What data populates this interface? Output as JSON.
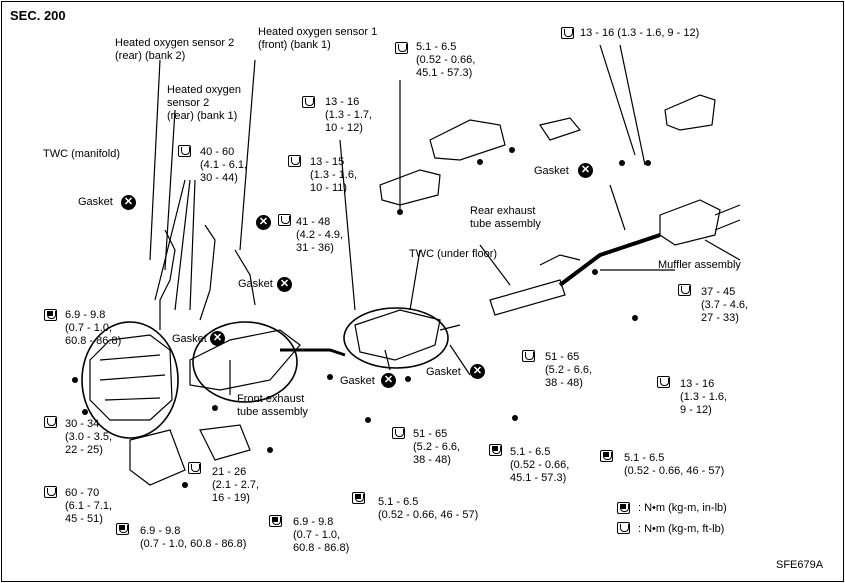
{
  "header": {
    "section": "SEC. 200"
  },
  "labels": {
    "ho2s2_bank2": "Heated oxygen sensor 2\n(rear) (bank 2)",
    "ho2s1_bank1": "Heated oxygen sensor 1\n(front) (bank 1)",
    "ho2s2_bank1": "Heated oxygen\nsensor 2\n(rear) (bank 1)",
    "twc_manifold": "TWC (manifold)",
    "gasket": "Gasket",
    "twc_underfloor": "TWC (under floor)",
    "rear_tube": "Rear exhaust\ntube assembly",
    "muffler": "Muffler assembly",
    "front_tube": "Front exhaust\ntube assembly"
  },
  "torques": {
    "t1": "5.1 - 6.5\n(0.52 - 0.66,\n45.1 - 57.3)",
    "t2": "13 - 16 (1.3 - 1.6, 9 - 12)",
    "t3": "13 - 16\n(1.3 - 1.7,\n10 - 12)",
    "t4": "13 - 15\n(1.3 - 1.6,\n10 - 11)",
    "t5": "40 - 60\n(4.1 - 6.1,\n30 - 44)",
    "t6": "41 - 48\n(4.2 - 4.9,\n31 - 36)",
    "t7": "6.9 - 9.8\n(0.7 - 1.0,\n60.8 - 86.8)",
    "t8": "30 - 34\n(3.0 - 3.5,\n22 - 25)",
    "t9": "60 - 70\n(6.1 - 7.1,\n45 - 51)",
    "t10": "21 - 26\n(2.1 - 2.7,\n16 - 19)",
    "t11": "6.9 - 9.8\n(0.7 - 1.0, 60.8 - 86.8)",
    "t12": "6.9 - 9.8\n(0.7 - 1.0,\n60.8 - 86.8)",
    "t13": "51 - 65\n(5.2 - 6.6,\n38 - 48)",
    "t14": "51 - 65\n(5.2 - 6.6,\n38 - 48)",
    "t15": "5.1 - 6.5\n(0.52 - 0.66, 46 - 57)",
    "t16": "5.1 - 6.5\n(0.52 - 0.66,\n45.1 - 57.3)",
    "t17": "5.1 - 6.5\n(0.52 - 0.66, 46 - 57)",
    "t18": "37 - 45\n(3.7 - 4.6,\n27 - 33)",
    "t19": "13 - 16\n(1.3 - 1.6,\n9 - 12)"
  },
  "legend": {
    "nm_inlb": ": N•m (kg-m, in-lb)",
    "nm_ftlb": ": N•m (kg-m, ft-lb)"
  },
  "footer": {
    "code": "SFE679A"
  }
}
